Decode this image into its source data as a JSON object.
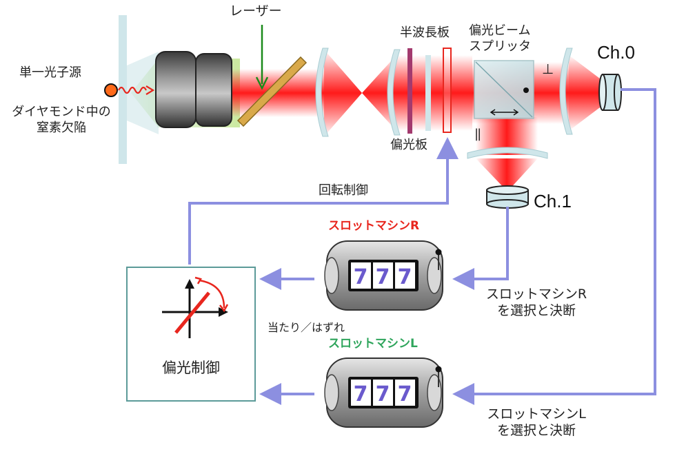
{
  "labels": {
    "laser": "レーザー",
    "single_photon_source": "単一光子源",
    "nv_center_line1": "ダイヤモンド中の",
    "nv_center_line2": "窒素欠陥",
    "half_wave_plate": "半波長板",
    "polarizer": "偏光板",
    "pbs_line1": "偏光ビーム",
    "pbs_line2": "スプリッタ",
    "perp_symbol": "⊥",
    "parallel_symbol": "||",
    "ch0": "Ch.0",
    "ch1": "Ch.1",
    "rotation_control": "回転制御",
    "polarization_control": "偏光制御",
    "win_lose": "当たり／はずれ",
    "slot_r_title": "スロットマシンR",
    "slot_l_title": "スロットマシンL",
    "select_r_line1": "スロットマシンR",
    "select_r_line2": "を選択と決断",
    "select_l_line1": "スロットマシンL",
    "select_l_line2": "を選択と決断",
    "reel_symbol": "7"
  },
  "colors": {
    "beam": "#ff1a1a",
    "optics": "#bfe0e4",
    "feedback_line": "#8c8fe0",
    "slot_r_title": "#e8261e",
    "slot_l_title": "#2fa55c",
    "box_border": "#5b9a98",
    "laser_arrow": "#1a8a1a",
    "dichroic": "#d9a94a"
  }
}
